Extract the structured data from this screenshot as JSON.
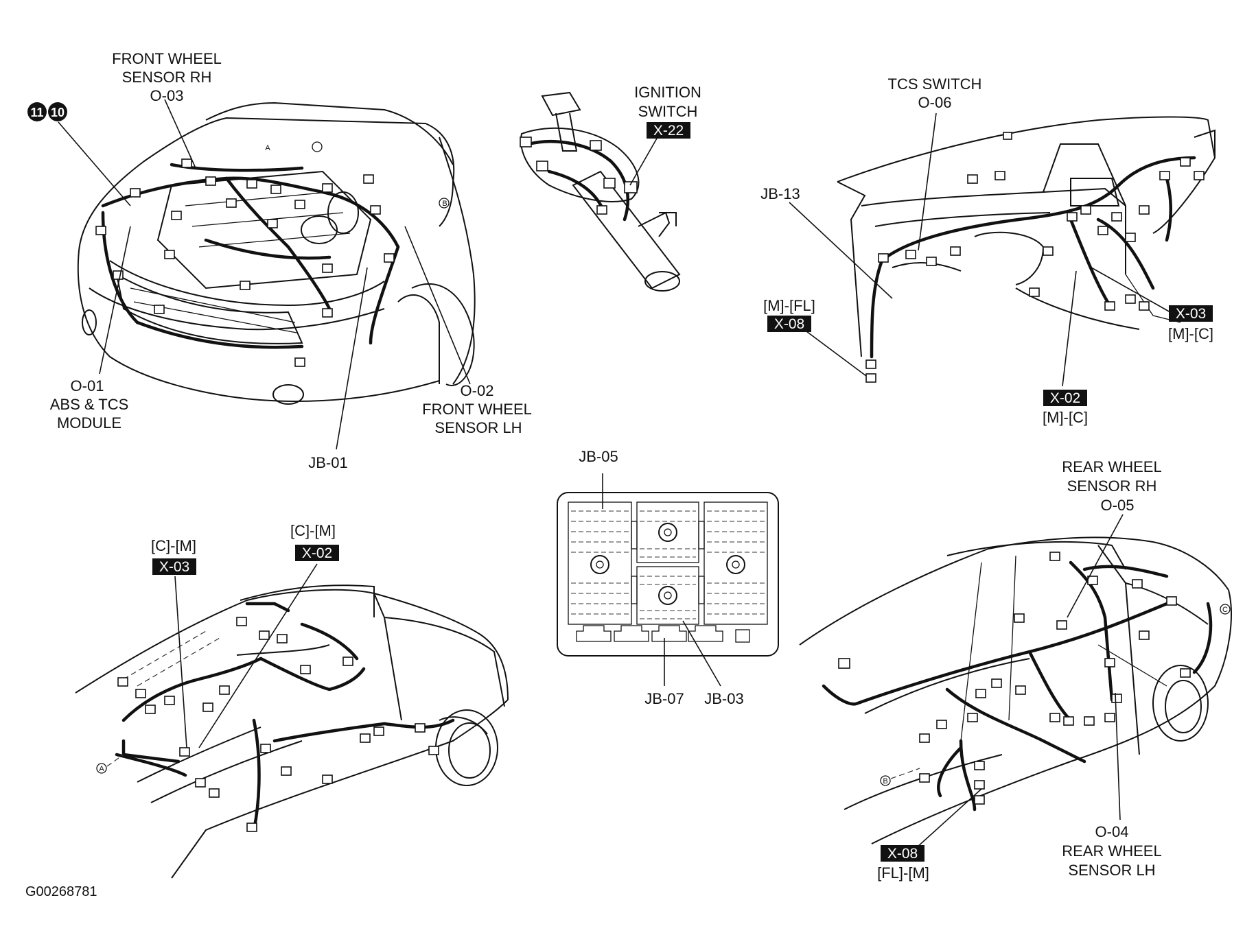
{
  "diagram_id": "G00268781",
  "badges": [
    "11",
    "10"
  ],
  "engine_bay": {
    "front_wheel_sensor_rh": [
      "FRONT WHEEL",
      "SENSOR RH",
      "O-03"
    ],
    "abs_tcs_module": [
      "O-01",
      "ABS & TCS",
      "MODULE"
    ],
    "front_wheel_sensor_lh": [
      "O-02",
      "FRONT WHEEL",
      "SENSOR LH"
    ],
    "jb_01": "JB-01",
    "marker_a": "A",
    "marker_b": "B"
  },
  "ignition": {
    "label": [
      "IGNITION",
      "SWITCH"
    ],
    "tag": "X-22"
  },
  "dashboard": {
    "tcs_switch": [
      "TCS SWITCH",
      "O-06"
    ],
    "jb_13": "JB-13",
    "x08": {
      "route": "[M]-[FL]",
      "tag": "X-08"
    },
    "x03": {
      "tag": "X-03",
      "route": "[M]-[C]"
    },
    "x02": {
      "tag": "X-02",
      "route": "[M]-[C]"
    }
  },
  "junction_box": {
    "jb_05": "JB-05",
    "jb_07": "JB-07",
    "jb_03": "JB-03"
  },
  "cabin_front": {
    "x03": {
      "route": "[C]-[M]",
      "tag": "X-03"
    },
    "x02": {
      "route": "[C]-[M]",
      "tag": "X-02"
    },
    "marker_a": "A"
  },
  "cabin_rear": {
    "rear_wheel_sensor_rh": [
      "REAR WHEEL",
      "SENSOR RH",
      "O-05"
    ],
    "rear_wheel_sensor_lh": [
      "O-04",
      "REAR WHEEL",
      "SENSOR LH"
    ],
    "x08": {
      "tag": "X-08",
      "route": "[FL]-[M]"
    },
    "marker_b": "B",
    "marker_c": "C"
  }
}
